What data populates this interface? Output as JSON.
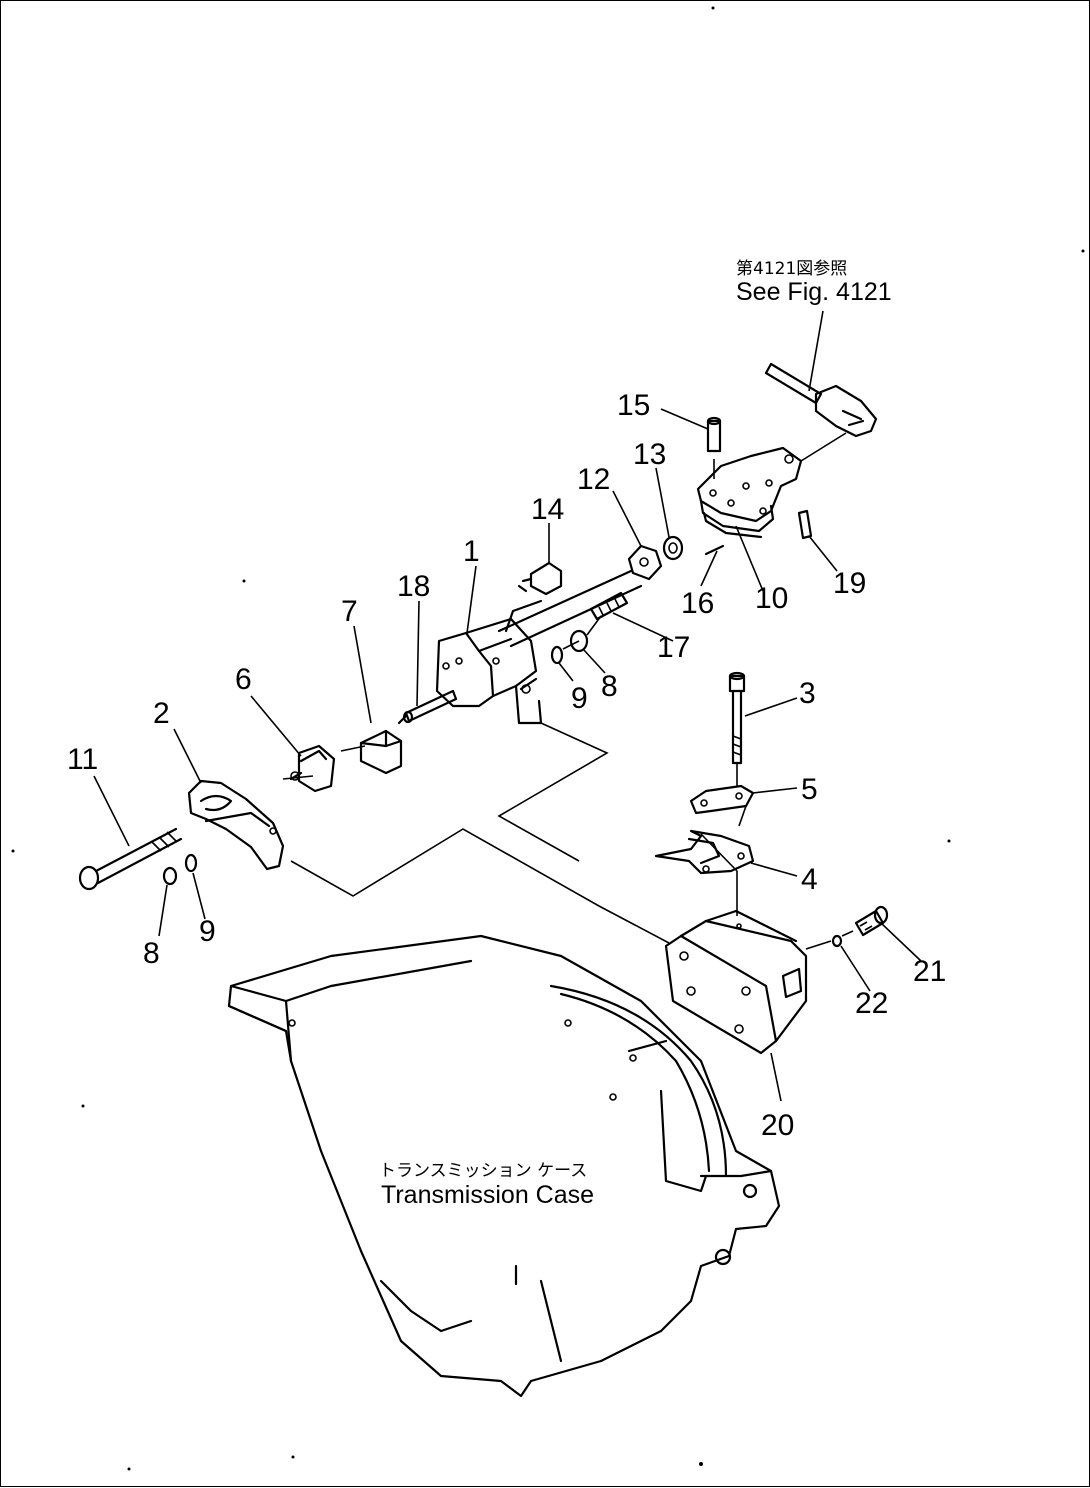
{
  "reference": {
    "japanese": "第4121図参照",
    "english": "See Fig. 4121"
  },
  "case_label": {
    "japanese": "トランスミッション ケース",
    "english": "Transmission Case"
  },
  "callouts": [
    "1",
    "2",
    "3",
    "4",
    "5",
    "6",
    "7",
    "8",
    "9",
    "10",
    "11",
    "12",
    "13",
    "14",
    "15",
    "16",
    "17",
    "18",
    "19",
    "20",
    "21",
    "22"
  ]
}
